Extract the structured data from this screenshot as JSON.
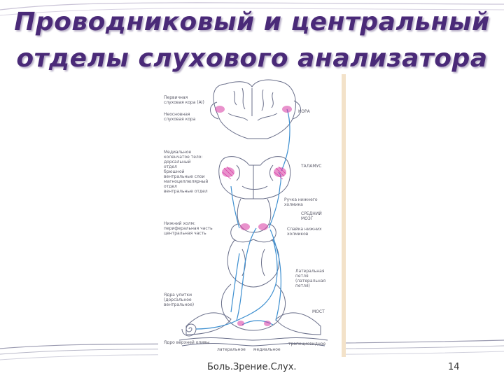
{
  "slide": {
    "title_line1": "Проводниковый и центральный",
    "title_line2": "отделы слухового анализатора",
    "footer": "Боль.Зрение.Слух.",
    "page_number": "14"
  },
  "diagram": {
    "left_labels": {
      "primary_cortex": "Первичная\nслуховая кора (AI)",
      "secondary_cortex": "Неосновная\nслуховая кора",
      "mgb": "Медиальное\nколенчатое тело:\nдорсальный\nотдел\nбрюшной\nвентральные слои\nмагноцеллюлярный\nотдел\nвентральные отдел",
      "inferior_colliculus": "Нижний холм:\nпериферальная часть\nцентральная часть",
      "nuclei_label": "Ядра улитки\n(дорсальное\nвентральное)",
      "spiral_ganglion": "Ядро верхней оливы"
    },
    "right_labels": {
      "cortex": "КОРА",
      "thalamus": "ТАЛАМУС",
      "brachium": "Ручка нижнего\nхолмика",
      "midbrain": "СРЕДНИЙ\nМОЗГ",
      "commissure": "Спайка нижних\nхолмиков",
      "lateral_lemniscus": "Латеральная\nпетля\n(латеральная\nпетля)",
      "pons": "МОСТ",
      "trapezoid": "трапециевидное"
    },
    "bottom_labels": {
      "lateral": "латеральное",
      "medial": "медиальное"
    },
    "colors": {
      "structure_outline": "#6a6f8a",
      "pathway": "#3d8fd0",
      "nucleus": "#d83aa4",
      "title": "#4a2a78"
    }
  }
}
